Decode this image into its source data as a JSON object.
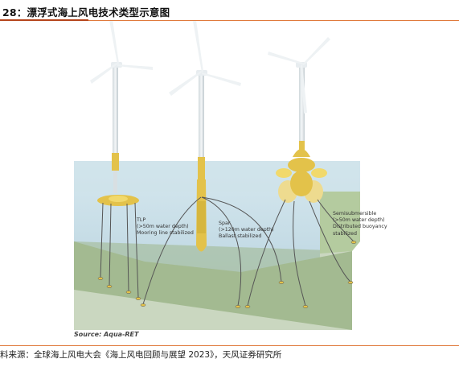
{
  "figure": {
    "title": "28：漂浮式海上风电技术类型示意图",
    "source_caption": "Source: Aqua-RET",
    "footer_note": "料来源：全球海上风电大会《海上风电回顾与展望 2023》，天风证券研究所"
  },
  "types": [
    {
      "name": "TLP",
      "depth": "(>50m water depth)",
      "stabilization": "Mooring line stabilized"
    },
    {
      "name": "Spar",
      "depth": "(>120m water depth)",
      "stabilization": "Ballast stabilized"
    },
    {
      "name": "Semisubmersible",
      "depth": "(>50m water depth)",
      "stabilization": "Distributed buoyancy stabilized"
    }
  ],
  "colors": {
    "accent_rule": "#e07a3c",
    "sea": "#c9dfe8",
    "seabed": "#a9bf97",
    "tower": "#e6ecef",
    "float_yellow": "#e3c24a"
  }
}
